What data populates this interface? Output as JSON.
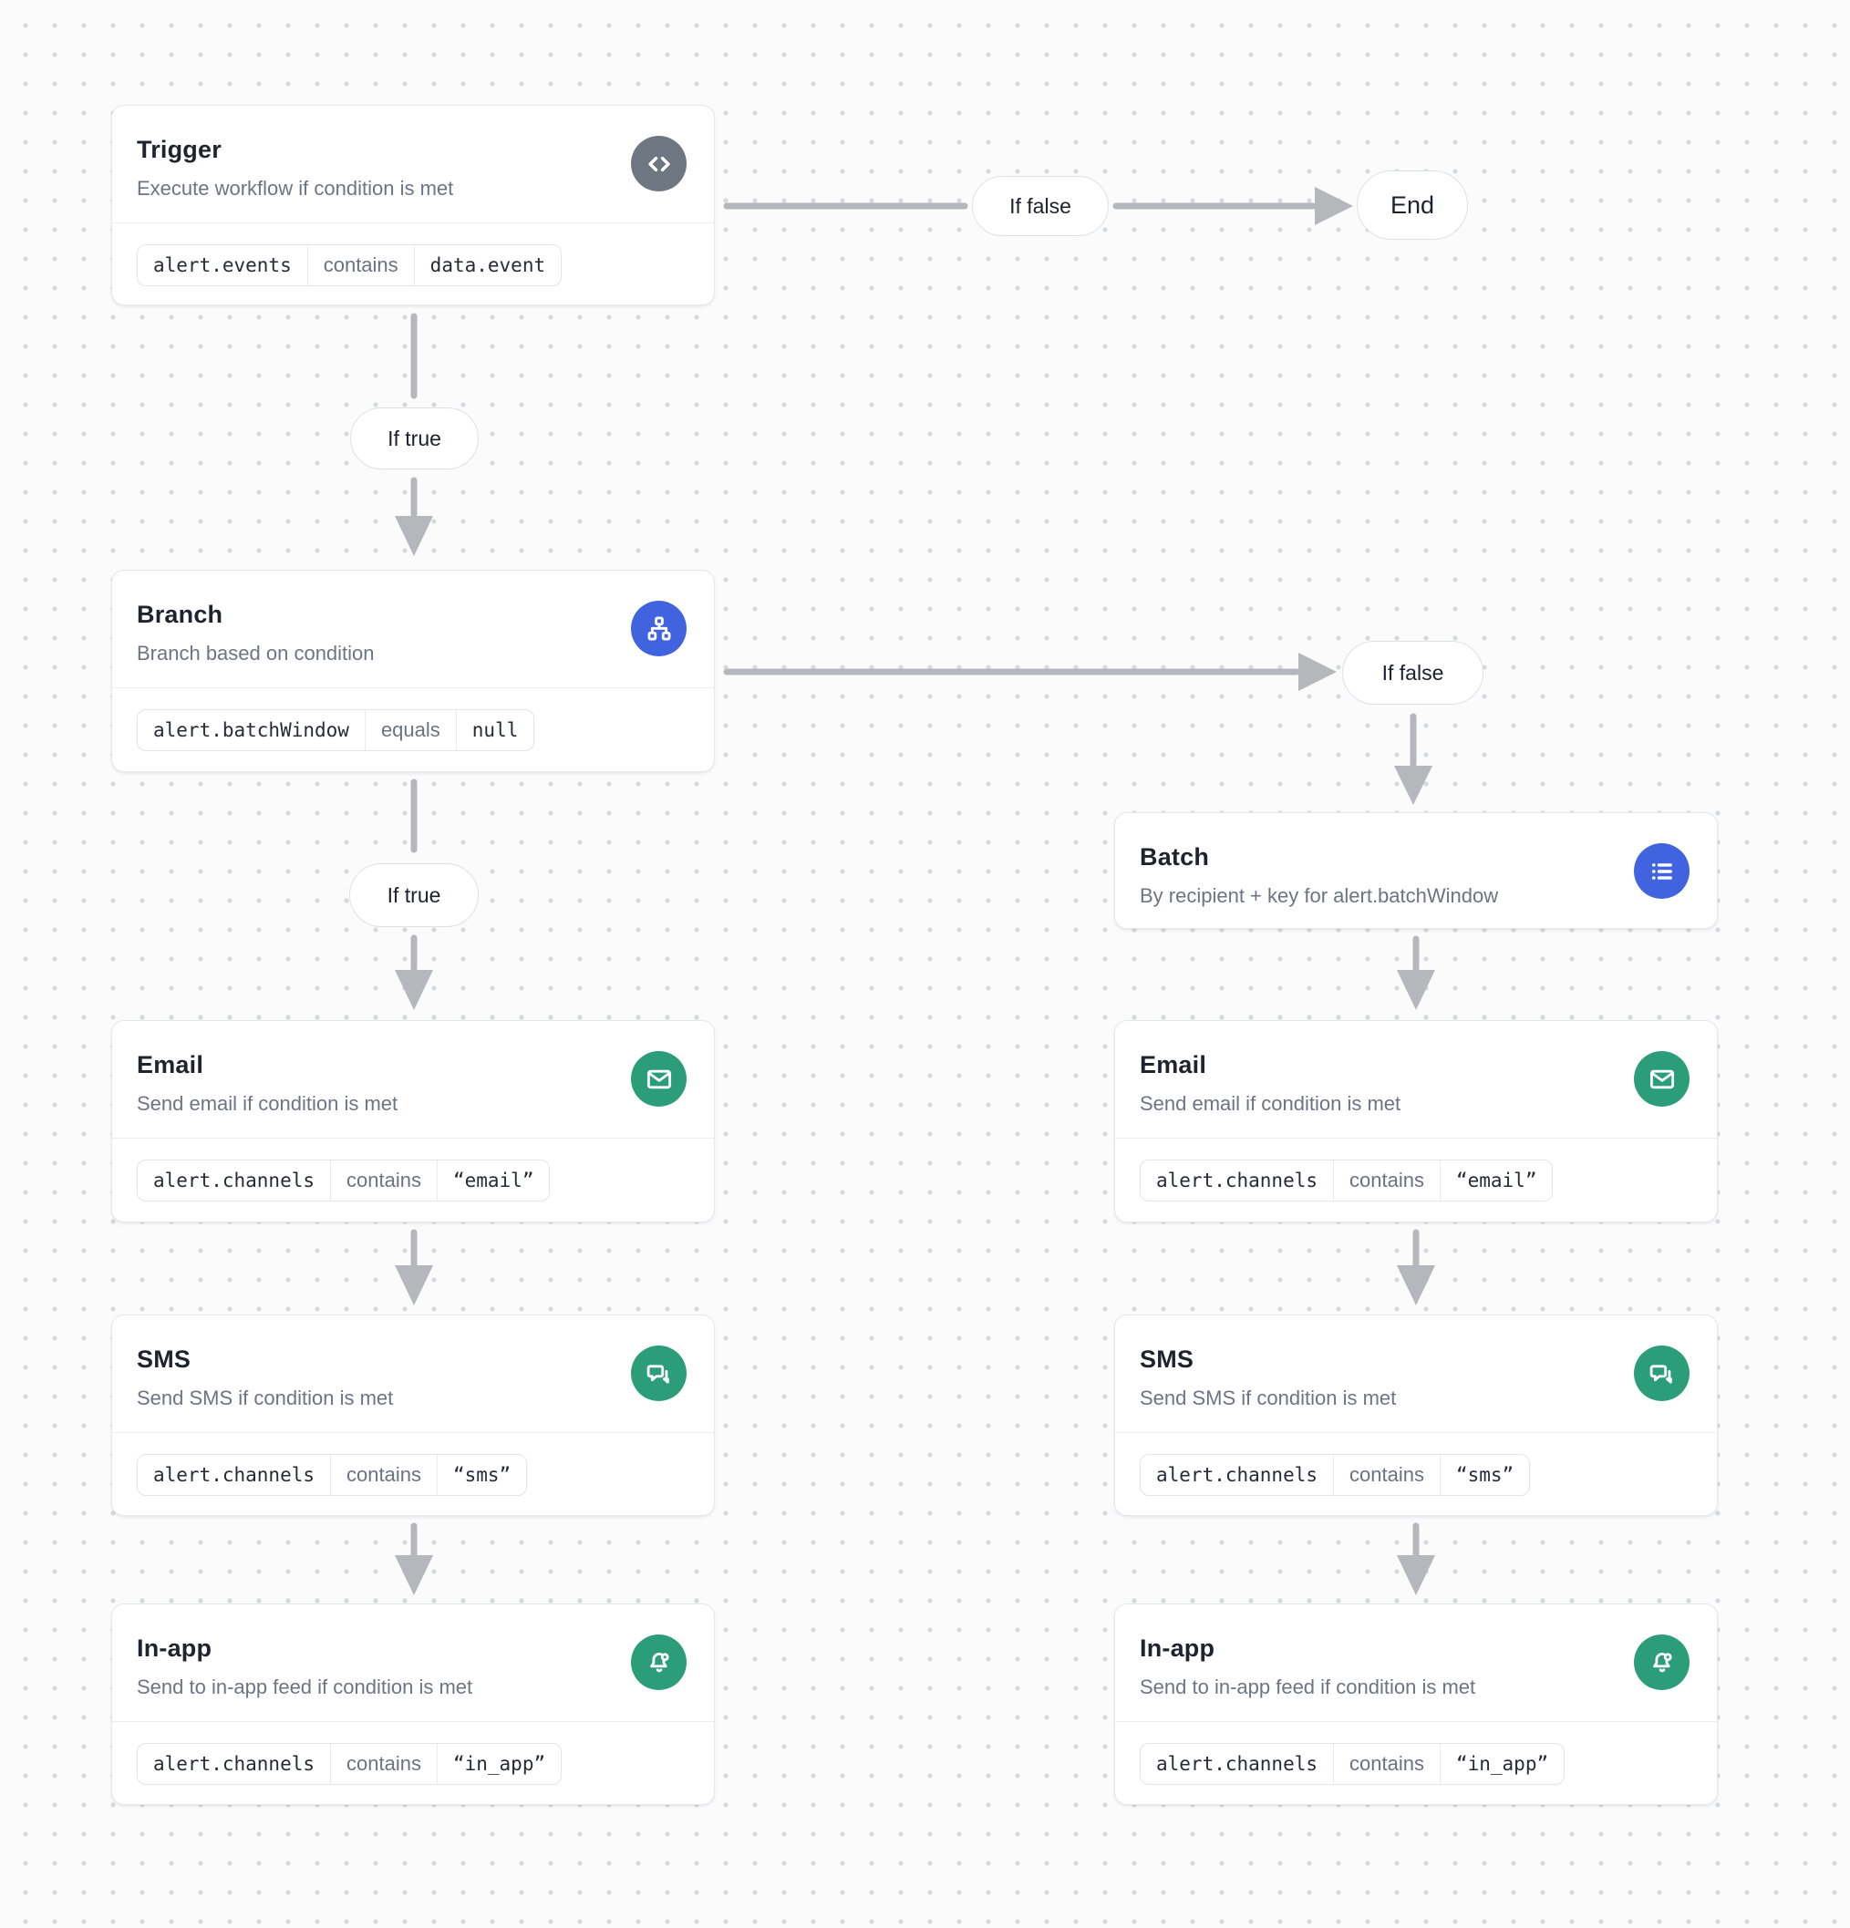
{
  "edges": {
    "if_true": "If true",
    "if_false": "If false",
    "end": "End"
  },
  "nodes": {
    "trigger": {
      "title": "Trigger",
      "subtitle": "Execute workflow if condition is met",
      "icon": "code-icon",
      "condition": {
        "field": "alert.events",
        "operator": "contains",
        "value": "data.event"
      }
    },
    "branch": {
      "title": "Branch",
      "subtitle": "Branch based on condition",
      "icon": "branch-icon",
      "condition": {
        "field": "alert.batchWindow",
        "operator": "equals",
        "value": "null"
      }
    },
    "batch": {
      "title": "Batch",
      "subtitle": "By recipient + key for alert.batchWindow",
      "icon": "list-icon"
    },
    "email": {
      "title": "Email",
      "subtitle": "Send email if condition is met",
      "icon": "envelope-icon",
      "condition": {
        "field": "alert.channels",
        "operator": "contains",
        "value": "“email”"
      }
    },
    "sms": {
      "title": "SMS",
      "subtitle": "Send SMS if condition is met",
      "icon": "chat-bubbles-icon",
      "condition": {
        "field": "alert.channels",
        "operator": "contains",
        "value": "“sms”"
      }
    },
    "in_app": {
      "title": "In-app",
      "subtitle": "Send to in-app feed if condition is met",
      "icon": "bell-icon",
      "condition": {
        "field": "alert.channels",
        "operator": "contains",
        "value": "“in_app”"
      }
    }
  },
  "colors": {
    "accent_blue": "#4263e0",
    "accent_green": "#2b9e79",
    "icon_gray": "#6e7681",
    "arrow_gray": "#b4b7bc"
  }
}
